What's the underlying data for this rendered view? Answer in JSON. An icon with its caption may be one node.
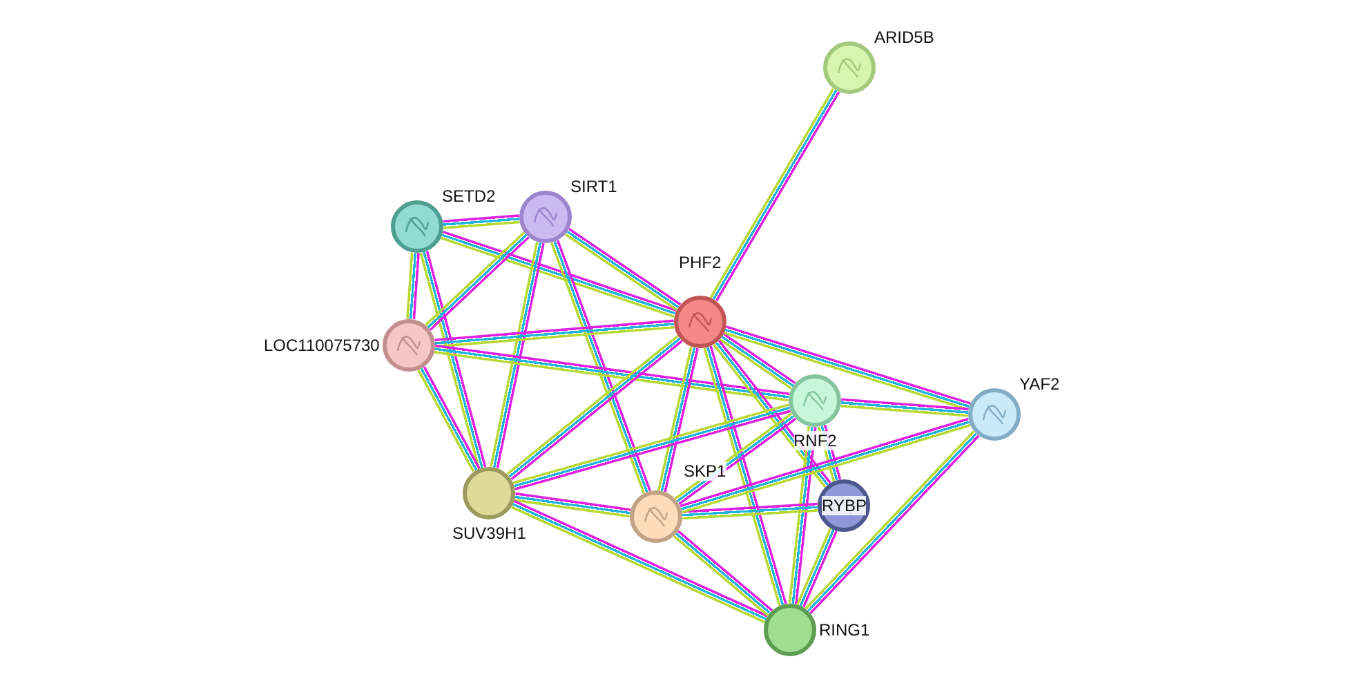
{
  "diagram": {
    "nodes": [
      {
        "text": [
          "ARID5B"
        ]
      },
      {
        "text": [
          "SETD2"
        ]
      },
      {
        "text": [
          "SIRT1"
        ]
      },
      {
        "text": [
          "PHF2"
        ]
      },
      {
        "text": [
          "LOC110075730"
        ]
      },
      {
        "text": [
          "RNF2"
        ]
      },
      {
        "text": [
          "YAF2"
        ]
      },
      {
        "text": [
          "SUV39H1"
        ]
      },
      {
        "text": [
          "SKP1"
        ]
      },
      {
        "text": [
          "RYBP"
        ]
      },
      {
        "text": [
          "RING1"
        ]
      }
    ],
    "edges": [
      {
        "from": 0,
        "to": 3,
        "arrow": "none"
      },
      {
        "from": 1,
        "to": 2,
        "arrow": "none"
      },
      {
        "from": 1,
        "to": 3,
        "arrow": "none"
      },
      {
        "from": 1,
        "to": 4,
        "arrow": "none"
      },
      {
        "from": 1,
        "to": 7,
        "arrow": "none"
      },
      {
        "from": 2,
        "to": 3,
        "arrow": "none"
      },
      {
        "from": 2,
        "to": 4,
        "arrow": "none"
      },
      {
        "from": 2,
        "to": 7,
        "arrow": "none"
      },
      {
        "from": 2,
        "to": 8,
        "arrow": "none"
      },
      {
        "from": 4,
        "to": 3,
        "arrow": "none"
      },
      {
        "from": 4,
        "to": 5,
        "arrow": "none"
      },
      {
        "from": 4,
        "to": 7,
        "arrow": "none"
      },
      {
        "from": 3,
        "to": 5,
        "arrow": "none"
      },
      {
        "from": 3,
        "to": 6,
        "arrow": "none"
      },
      {
        "from": 3,
        "to": 9,
        "arrow": "none"
      },
      {
        "from": 3,
        "to": 10,
        "arrow": "none"
      },
      {
        "from": 3,
        "to": 8,
        "arrow": "none"
      },
      {
        "from": 3,
        "to": 7,
        "arrow": "none"
      },
      {
        "from": 5,
        "to": 7,
        "arrow": "none"
      },
      {
        "from": 5,
        "to": 8,
        "arrow": "none"
      },
      {
        "from": 5,
        "to": 6,
        "arrow": "none"
      },
      {
        "from": 5,
        "to": 9,
        "arrow": "none"
      },
      {
        "from": 5,
        "to": 10,
        "arrow": "none"
      },
      {
        "from": 7,
        "to": 8,
        "arrow": "none"
      },
      {
        "from": 7,
        "to": 10,
        "arrow": "none"
      },
      {
        "from": 8,
        "to": 9,
        "arrow": "none"
      },
      {
        "from": 8,
        "to": 6,
        "arrow": "none"
      },
      {
        "from": 8,
        "to": 10,
        "arrow": "none"
      },
      {
        "from": 9,
        "to": 10,
        "arrow": "none"
      },
      {
        "from": 6,
        "to": 10,
        "arrow": "none"
      }
    ]
  }
}
